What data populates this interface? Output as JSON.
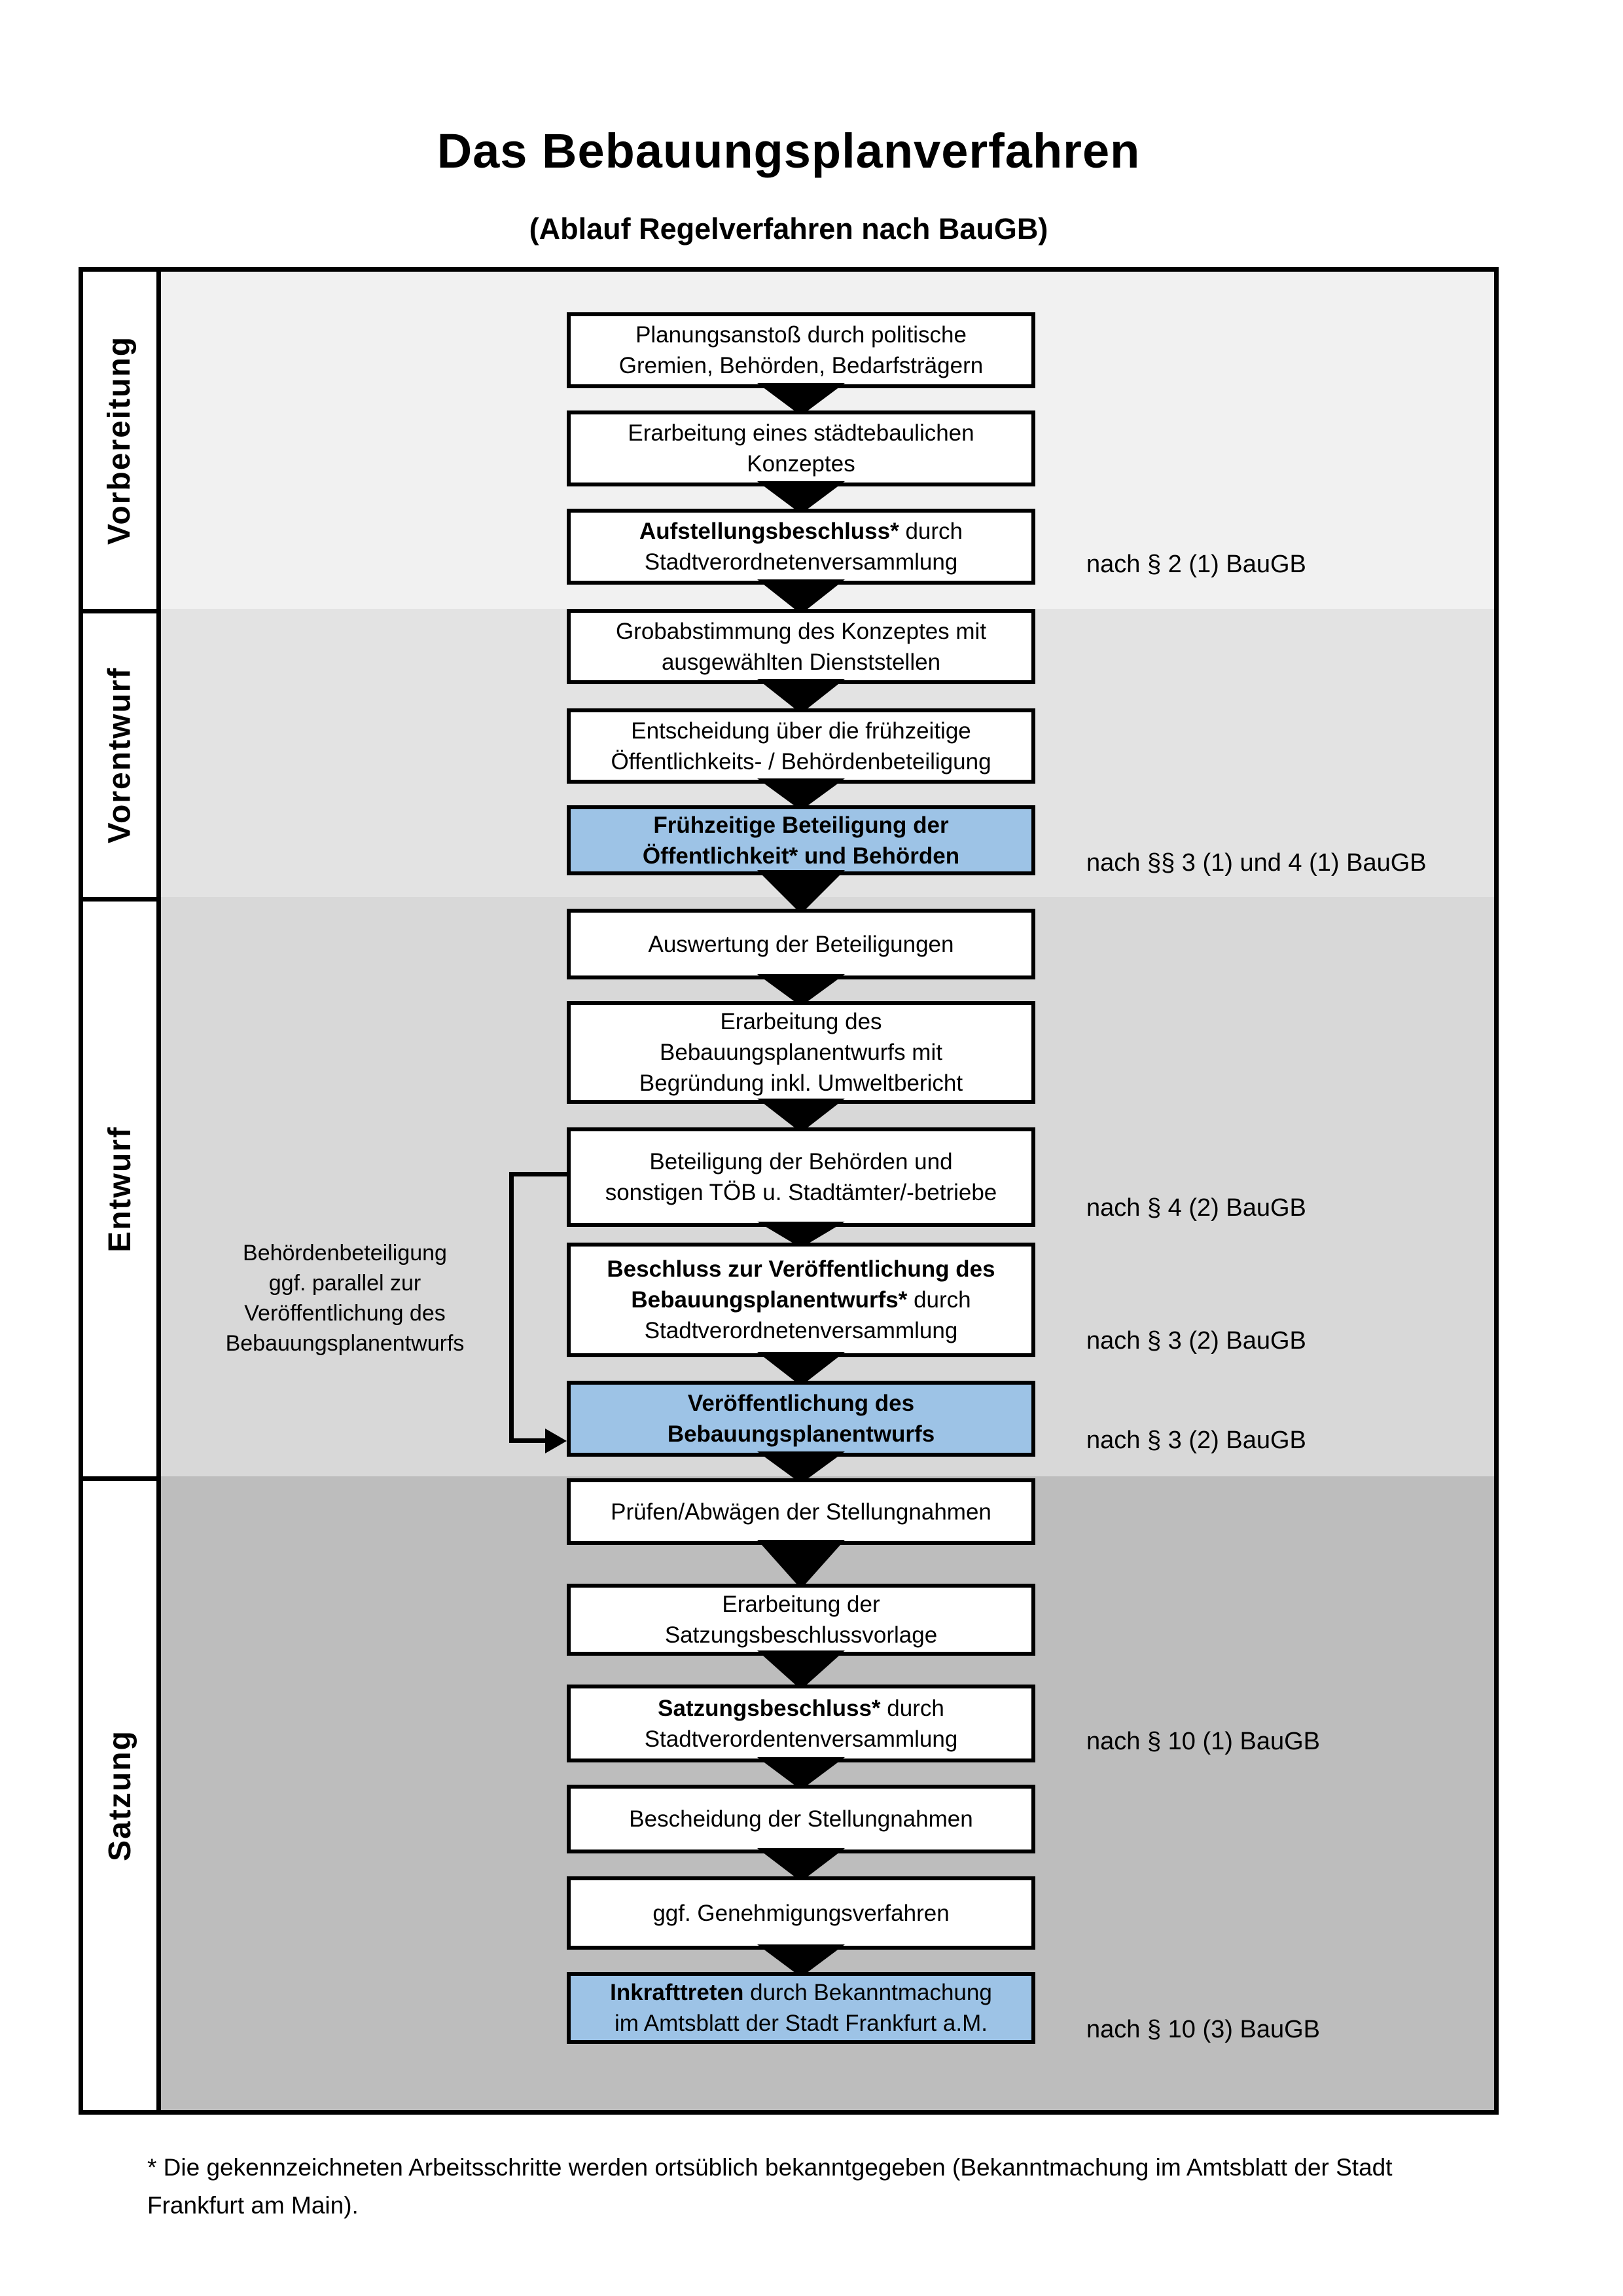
{
  "page": {
    "title": "Das Bebauungsplanverfahren",
    "subtitle": "(Ablauf Regelverfahren nach BauGB)"
  },
  "colors": {
    "highlight_box": "#9dc3e6",
    "box_border": "#000000"
  },
  "phases": [
    {
      "label": "Vorbereitung",
      "band_color": "#f1f1f1",
      "steps": [
        {
          "id": "planungsanstoss",
          "highlight": false,
          "law": null,
          "lines": [
            [
              {
                "t": "Planungsanstoß durch politische",
                "b": false
              }
            ],
            [
              {
                "t": "Gremien, Behörden, Bedarfsträgern",
                "b": false
              }
            ]
          ]
        },
        {
          "id": "staedtebauliches-konzept",
          "highlight": false,
          "law": null,
          "lines": [
            [
              {
                "t": "Erarbeitung eines städtebaulichen",
                "b": false
              }
            ],
            [
              {
                "t": "Konzeptes",
                "b": false
              }
            ]
          ]
        },
        {
          "id": "aufstellungsbeschluss",
          "highlight": false,
          "law": "nach § 2 (1) BauGB",
          "lines": [
            [
              {
                "t": "Aufstellungsbeschluss*",
                "b": true
              },
              {
                "t": " durch",
                "b": false
              }
            ],
            [
              {
                "t": "Stadtverordnetenversammlung",
                "b": false
              }
            ]
          ]
        }
      ]
    },
    {
      "label": "Vorentwurf",
      "band_color": "#e3e3e3",
      "steps": [
        {
          "id": "grobabstimmung",
          "highlight": false,
          "law": null,
          "lines": [
            [
              {
                "t": "Grobabstimmung des Konzeptes mit",
                "b": false
              }
            ],
            [
              {
                "t": "ausgewählten Dienststellen",
                "b": false
              }
            ]
          ]
        },
        {
          "id": "entscheidung-fruehzeitige-beteiligung",
          "highlight": false,
          "law": null,
          "lines": [
            [
              {
                "t": "Entscheidung über die frühzeitige",
                "b": false
              }
            ],
            [
              {
                "t": "Öffentlichkeits- / Behördenbeteiligung",
                "b": false
              }
            ]
          ]
        },
        {
          "id": "fruehzeitige-beteiligung",
          "highlight": true,
          "law": "nach §§ 3 (1) und 4 (1) BauGB",
          "lines": [
            [
              {
                "t": "Frühzeitige Beteiligung der",
                "b": true
              }
            ],
            [
              {
                "t": "Öffentlichkeit* und Behörden",
                "b": true
              }
            ]
          ]
        }
      ]
    },
    {
      "label": "Entwurf",
      "band_color": "#d8d8d8",
      "steps": [
        {
          "id": "auswertung-beteiligungen",
          "highlight": false,
          "law": null,
          "lines": [
            [
              {
                "t": "Auswertung der Beteiligungen",
                "b": false
              }
            ]
          ]
        },
        {
          "id": "erarbeitung-bebauungsplanentwurf",
          "highlight": false,
          "law": null,
          "lines": [
            [
              {
                "t": "Erarbeitung des",
                "b": false
              }
            ],
            [
              {
                "t": "Bebauungsplanentwurfs mit",
                "b": false
              }
            ],
            [
              {
                "t": "Begründung inkl. Umweltbericht",
                "b": false
              }
            ]
          ]
        },
        {
          "id": "behoerden-toeb-beteiligung",
          "highlight": false,
          "law": "nach § 4 (2) BauGB",
          "lines": [
            [
              {
                "t": "Beteiligung der Behörden und",
                "b": false
              }
            ],
            [
              {
                "t": "sonstigen TÖB u. Stadtämter/-betriebe",
                "b": false
              }
            ]
          ]
        },
        {
          "id": "veroeffentlichungsbeschluss",
          "highlight": false,
          "law": "nach § 3 (2) BauGB",
          "lines": [
            [
              {
                "t": "Beschluss zur Veröffentlichung des",
                "b": true
              }
            ],
            [
              {
                "t": "Bebauungsplanentwurfs*",
                "b": true
              },
              {
                "t": " durch",
                "b": false
              }
            ],
            [
              {
                "t": "Stadtverordnetenversammlung",
                "b": false
              }
            ]
          ]
        },
        {
          "id": "veroeffentlichung-entwurf",
          "highlight": true,
          "law": "nach § 3 (2) BauGB",
          "lines": [
            [
              {
                "t": "Veröffentlichung des",
                "b": true
              }
            ],
            [
              {
                "t": "Bebauungsplanentwurfs",
                "b": true
              }
            ]
          ]
        }
      ]
    },
    {
      "label": "Satzung",
      "band_color": "#bdbdbd",
      "steps": [
        {
          "id": "pruefen-abwaegen",
          "highlight": false,
          "law": null,
          "lines": [
            [
              {
                "t": "Prüfen/Abwägen der Stellungnahmen",
                "b": false
              }
            ]
          ]
        },
        {
          "id": "satzungsbeschlussvorlage",
          "highlight": false,
          "law": null,
          "lines": [
            [
              {
                "t": "Erarbeitung der",
                "b": false
              }
            ],
            [
              {
                "t": "Satzungsbeschlussvorlage",
                "b": false
              }
            ]
          ]
        },
        {
          "id": "satzungsbeschluss",
          "highlight": false,
          "law": "nach § 10 (1) BauGB",
          "lines": [
            [
              {
                "t": "Satzungsbeschluss*",
                "b": true
              },
              {
                "t": " durch",
                "b": false
              }
            ],
            [
              {
                "t": "Stadtverordentenversammlung",
                "b": false
              }
            ]
          ]
        },
        {
          "id": "bescheidung-stellungnahmen",
          "highlight": false,
          "law": null,
          "lines": [
            [
              {
                "t": "Bescheidung der Stellungnahmen",
                "b": false
              }
            ]
          ]
        },
        {
          "id": "genehmigungsverfahren",
          "highlight": false,
          "law": null,
          "lines": [
            [
              {
                "t": "ggf. Genehmigungsverfahren",
                "b": false
              }
            ]
          ]
        },
        {
          "id": "inkrafttreten",
          "highlight": true,
          "law": "nach § 10 (3) BauGB",
          "lines": [
            [
              {
                "t": "Inkrafttreten",
                "b": true
              },
              {
                "t": " durch Bekanntmachung",
                "b": false
              }
            ],
            [
              {
                "t": "im Amtsblatt der Stadt Frankfurt a.M.",
                "b": false
              }
            ]
          ]
        }
      ]
    }
  ],
  "side_note": {
    "lines": [
      "Behördenbeteiligung",
      "ggf. parallel zur",
      "Veröffentlichung des",
      "Bebauungsplanentwurfs"
    ]
  },
  "footer": {
    "lines": [
      "* Die gekennzeichneten Arbeitsschritte werden ortsüblich bekanntgegeben (Bekanntmachung im Amtsblatt  der Stadt",
      "Frankfurt am Main)."
    ]
  }
}
